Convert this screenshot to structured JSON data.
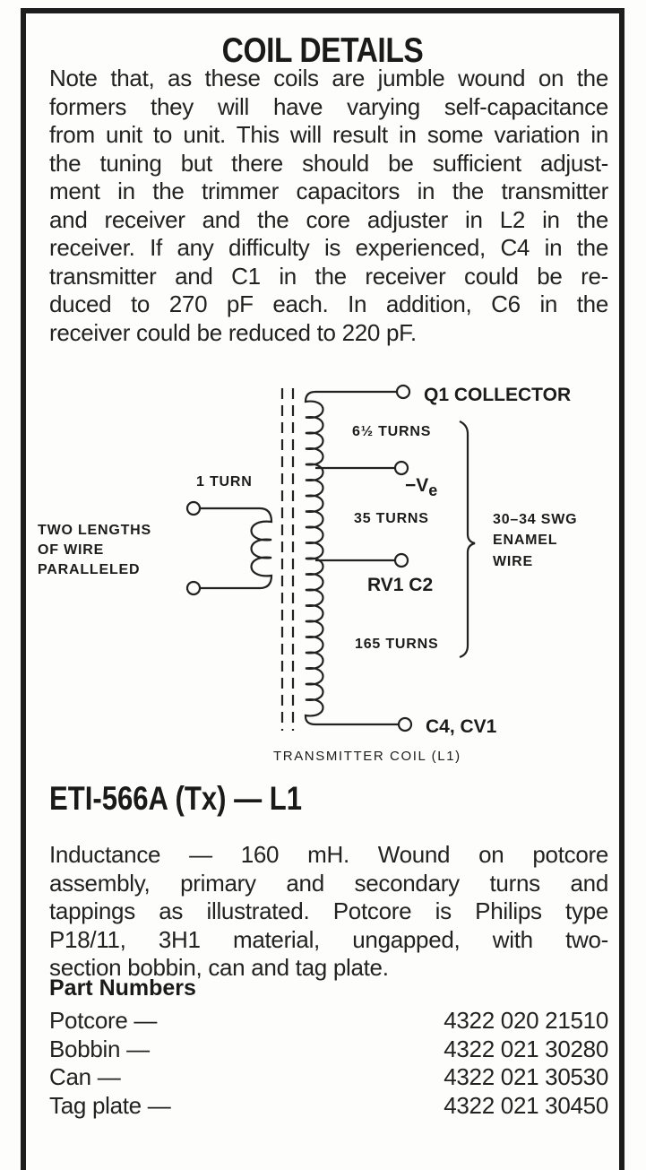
{
  "title": "COIL DETAILS",
  "intro_lines": [
    "Note that, as these coils are jumble wound on the",
    "formers they will have varying self-capacitance",
    "from unit to unit. This will result in some variation in",
    "the tuning but there should be sufficient adjust-",
    "ment in the trimmer capacitors in the transmitter",
    "and receiver and the core adjuster in L2 in the",
    "receiver. If any difficulty is experienced, C4 in the",
    "transmitter and C1 in the receiver could be re-",
    "duced to 270 pF each. In addition, C6 in the",
    "receiver could be reduced to 220 pF."
  ],
  "diagram": {
    "primary": {
      "turns_label": "1 TURN",
      "note_lines": [
        "TWO LENGTHS",
        "OF WIRE",
        "PARALLELED"
      ]
    },
    "secondary": {
      "terminals": {
        "top": "Q1 COLLECTOR",
        "tap1": "−V",
        "tap1_sub": "e",
        "tap2": "RV1 C2",
        "bottom": "C4, CV1"
      },
      "sections": [
        "6½ TURNS",
        "35 TURNS",
        "165 TURNS"
      ],
      "wire_lines": [
        "30–34 SWG",
        "ENAMEL",
        "WIRE"
      ]
    },
    "caption": "TRANSMITTER COIL (L1)"
  },
  "section": {
    "title": "ETI-566A (Tx) — L1",
    "body_lines": [
      "Inductance — 160 mH. Wound on potcore",
      "assembly, primary and secondary turns and",
      "tappings as illustrated. Potcore is Philips type",
      "P18/11, 3H1 material, ungapped, with two-",
      "section bobbin, can and tag plate."
    ]
  },
  "parts": {
    "title": "Part Numbers",
    "rows": [
      {
        "name": "Potcore —",
        "number": "4322 020 21510"
      },
      {
        "name": "Bobbin —",
        "number": "4322 021 30280"
      },
      {
        "name": "Can —",
        "number": "4322 021 30530"
      },
      {
        "name": "Tag plate —",
        "number": "4322 021 30450"
      }
    ]
  }
}
